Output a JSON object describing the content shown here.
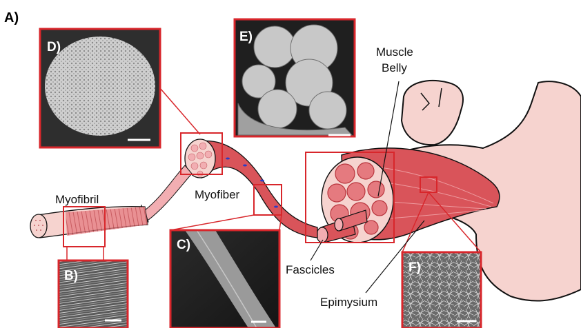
{
  "figure": {
    "figure_label": "A)",
    "labels": {
      "muscle_belly_line1": "Muscle",
      "muscle_belly_line2": "Belly",
      "myofibril": "Myofibril",
      "myofiber": "Myofiber",
      "fascicles": "Fascicles",
      "epimysium": "Epimysium"
    },
    "panels": {
      "b": "B)",
      "c": "C)",
      "d": "D)",
      "e": "E)",
      "f": "F)"
    }
  },
  "colors": {
    "highlight_red": "#d8262b",
    "muscle_red": "#d9545a",
    "muscle_dark": "#b8343c",
    "skin": "#f6d3cf",
    "fiber_pink": "#f2aeb2",
    "sem_gray": "#9a9a9a"
  }
}
